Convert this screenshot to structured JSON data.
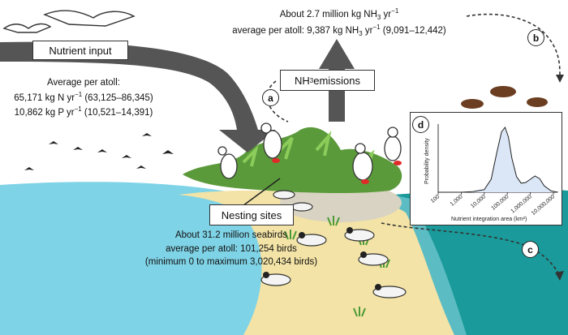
{
  "labels": {
    "nutrient_input": "Nutrient input",
    "nh3_emissions_prefix": "NH",
    "nh3_emissions_sub": "3",
    "nh3_emissions_suffix": " emissions",
    "nesting_sites": "Nesting sites"
  },
  "nutrient_stats": {
    "heading": "Average per atoll:",
    "n_prefix": "65,171 kg N yr",
    "n_sup": "−1",
    "n_range": " (63,125–86,345)",
    "p_prefix": "10,862 kg P yr",
    "p_sup": "−1",
    "p_range": " (10,521–14,391)"
  },
  "emission_stats": {
    "total_prefix": "About 2.7 million kg NH",
    "total_sub": "3",
    "total_mid": " yr",
    "total_sup": "−1",
    "avg_prefix": "average per atoll: 9,387 kg NH",
    "avg_sub": "3",
    "avg_mid": " yr",
    "avg_sup": "−1",
    "avg_range": " (9,091–12,442)"
  },
  "seabird_stats": {
    "line1": "About 31.2 million seabirds",
    "line2": "average per atoll: 101,254 birds",
    "line3": "(minimum 0 to maximum 3,020,434 birds)"
  },
  "panel_badges": {
    "a": "a",
    "b": "b",
    "c": "c",
    "d": "d"
  },
  "colors": {
    "ocean_light": "#7fd3e6",
    "ocean_deep": "#1a9a9a",
    "sand": "#f3e3a6",
    "vegetation": "#5b9a3b",
    "arrow_grey": "#555555",
    "density_fill": "#dbe7f7"
  },
  "chart_data": {
    "type": "area",
    "xlabel": "Nutrient integration area (km²)",
    "ylabel": "Probability density",
    "x_scale": "log",
    "tick_labels": [
      "100",
      "1,000",
      "10,000",
      "100,000",
      "1,000,000",
      "10,000,000"
    ],
    "tick_exponents": [
      2,
      3,
      4,
      5,
      6,
      7
    ],
    "series": [
      {
        "x_log10": [
          2.0,
          3.0,
          3.5,
          4.0,
          4.3,
          4.55,
          4.75,
          4.9,
          5.05,
          5.2,
          5.4,
          5.6,
          5.8,
          6.0,
          6.2,
          6.4,
          6.6,
          6.9,
          7.2
        ],
        "density": [
          0.0,
          0.0,
          0.01,
          0.04,
          0.2,
          0.62,
          0.93,
          1.0,
          0.85,
          0.52,
          0.24,
          0.14,
          0.15,
          0.2,
          0.25,
          0.21,
          0.1,
          0.02,
          0.0
        ]
      }
    ]
  }
}
